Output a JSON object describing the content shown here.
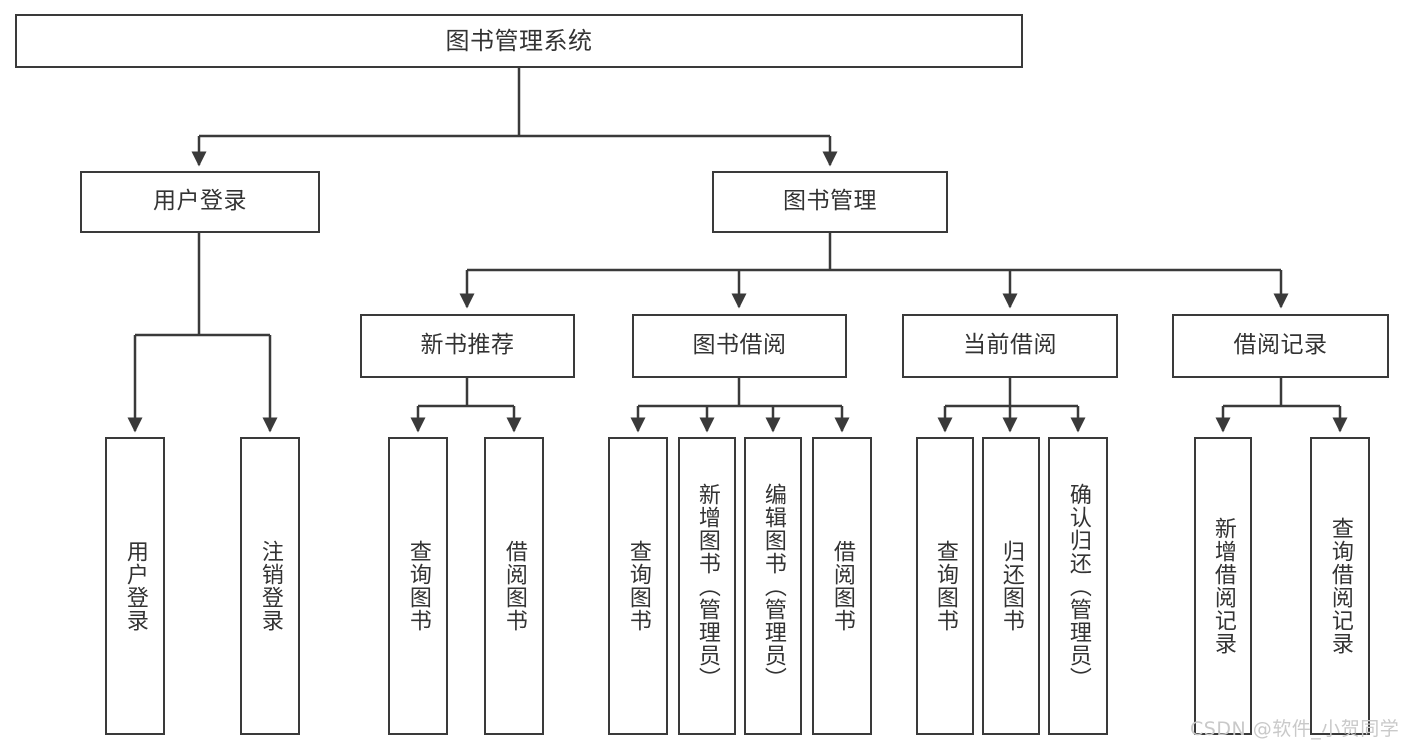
{
  "diagram": {
    "title": "图书管理系统",
    "type": "tree-hierarchy",
    "root": {
      "label": "图书管理系统"
    },
    "level2": [
      {
        "label": "用户登录"
      },
      {
        "label": "图书管理"
      }
    ],
    "level3": [
      {
        "label": "新书推荐"
      },
      {
        "label": "图书借阅"
      },
      {
        "label": "当前借阅"
      },
      {
        "label": "借阅记录"
      }
    ],
    "leaves": {
      "user_login": [
        {
          "label": "用户登录"
        },
        {
          "label": "注销登录"
        }
      ],
      "new_book_recommend": [
        {
          "label": "查询图书"
        },
        {
          "label": "借阅图书"
        }
      ],
      "book_borrow": [
        {
          "label": "查询图书"
        },
        {
          "label": "新增图书（管理员）"
        },
        {
          "label": "编辑图书（管理员）"
        },
        {
          "label": "借阅图书"
        }
      ],
      "current_borrow": [
        {
          "label": "查询图书"
        },
        {
          "label": "归还图书"
        },
        {
          "label": "确认归还（管理员）"
        }
      ],
      "borrow_record": [
        {
          "label": "新增借阅记录"
        },
        {
          "label": "查询借阅记录"
        }
      ]
    },
    "watermark": "CSDN @软件_小贺同学",
    "colors": {
      "stroke": "#3a3a3a",
      "text": "#333333",
      "background": "#ffffff",
      "watermark": "#c9c9c9"
    }
  }
}
